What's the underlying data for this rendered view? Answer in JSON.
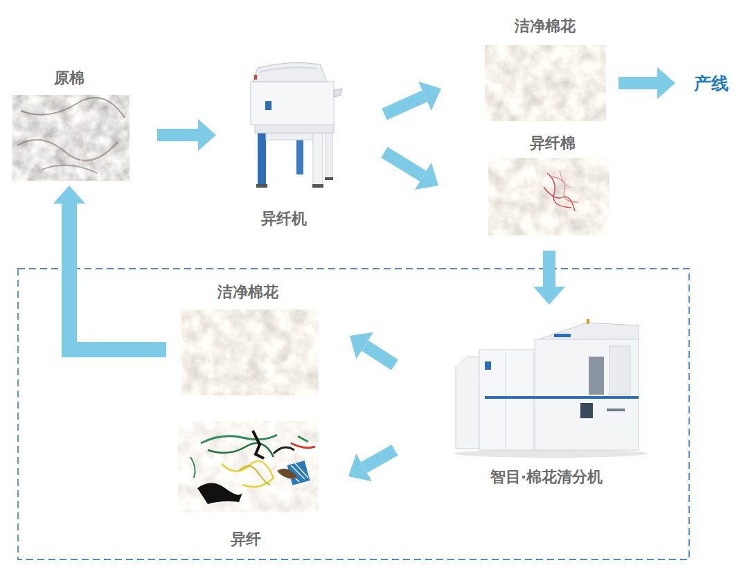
{
  "diagram": {
    "nodes": [
      {
        "text": [
          "原棉"
        ]
      },
      {
        "text": [
          "异纤机"
        ]
      },
      {
        "text": [
          "洁净棉花"
        ]
      },
      {
        "text": [
          "产线"
        ]
      },
      {
        "text": [
          "异纤棉"
        ]
      },
      {
        "text": [
          "洁净棉花"
        ]
      },
      {
        "text": [
          "智目·棉花清分机"
        ]
      },
      {
        "text": [
          "异纤"
        ]
      }
    ],
    "edges": [
      {
        "from": 0,
        "to": 1,
        "arrow": "to"
      },
      {
        "from": 1,
        "to": 2,
        "arrow": "to"
      },
      {
        "from": 1,
        "to": 4,
        "arrow": "to"
      },
      {
        "from": 2,
        "to": 3,
        "arrow": "to"
      },
      {
        "from": 4,
        "to": 6,
        "arrow": "to"
      },
      {
        "from": 6,
        "to": 5,
        "arrow": "to"
      },
      {
        "from": 6,
        "to": 7,
        "arrow": "to"
      },
      {
        "from": 5,
        "to": 0,
        "arrow": "to"
      }
    ]
  }
}
